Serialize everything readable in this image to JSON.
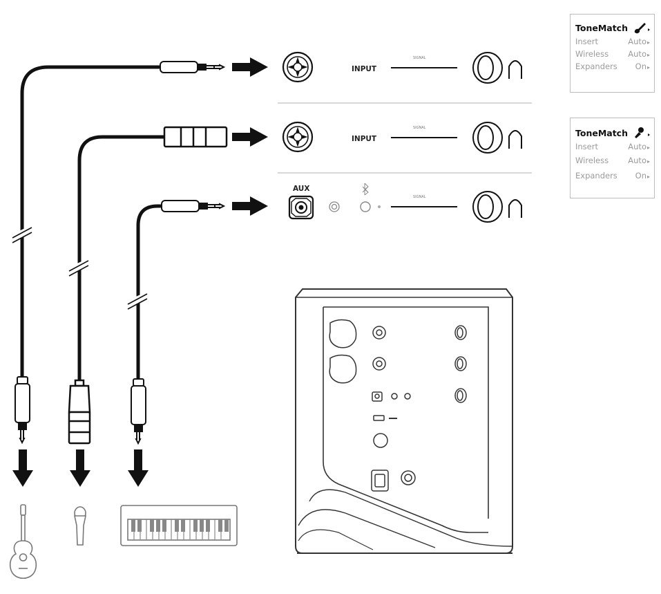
{
  "channels": [
    {
      "input_label": "INPUT",
      "signal_label": "SIGNAL"
    },
    {
      "input_label": "INPUT",
      "signal_label": "SIGNAL"
    },
    {
      "aux_label": "AUX",
      "signal_label": "SIGNAL",
      "bluetooth_icon": "bluetooth-icon"
    }
  ],
  "tonematch_panels": [
    {
      "icon": "guitar-icon",
      "title": "ToneMatch",
      "rows": [
        {
          "label": "Insert",
          "value": "Auto"
        },
        {
          "label": "Wireless",
          "value": "Auto"
        },
        {
          "label": "Expanders",
          "value": "On"
        }
      ]
    },
    {
      "icon": "microphone-icon",
      "title": "ToneMatch",
      "rows": [
        {
          "label": "Insert",
          "value": "Auto"
        },
        {
          "label": "Wireless",
          "value": "Auto"
        },
        {
          "label": "Expanders",
          "value": "On"
        }
      ]
    }
  ],
  "sources": [
    "guitar-icon",
    "microphone-icon",
    "keyboard-icon"
  ],
  "colors": {
    "line": "#111111",
    "panel_border": "#bdbdbd",
    "muted_text": "#9a9a9a"
  }
}
